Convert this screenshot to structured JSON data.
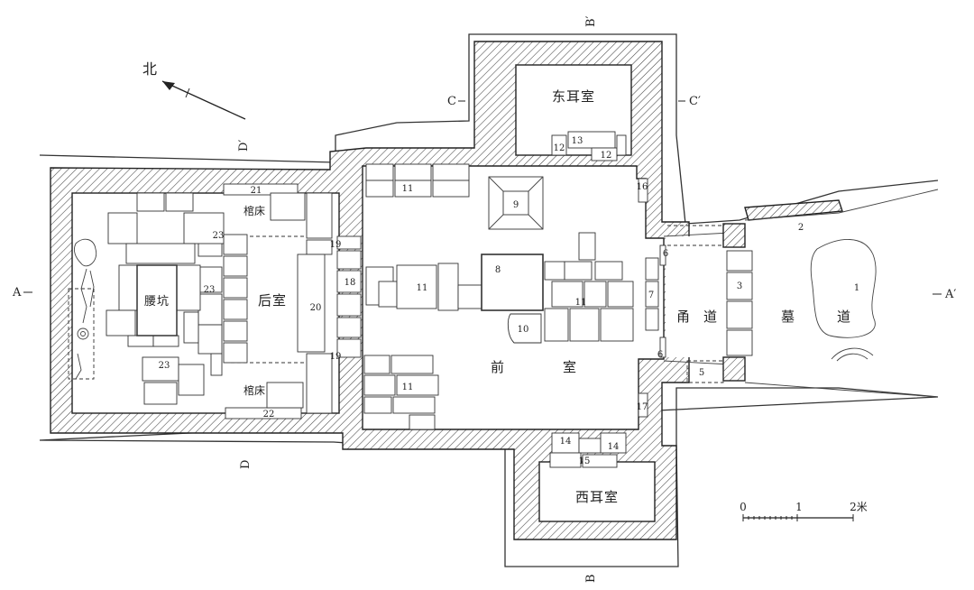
{
  "compass": {
    "label": "北"
  },
  "section_marks": {
    "A": "A",
    "A_prime": "A′",
    "B": "B",
    "B_prime": "B′",
    "C": "C",
    "C_prime": "C′",
    "D": "D",
    "D_prime": "D′"
  },
  "rooms": {
    "east_side_chamber": "东耳室",
    "west_side_chamber": "西耳室",
    "front_chamber": "前",
    "front_chamber_2": "室",
    "rear_chamber": "后室",
    "waist_pit": "腰坑",
    "coffin_bed_top": "棺床",
    "coffin_bed_bottom": "棺床",
    "corridor_1": "甬",
    "corridor_2": "道",
    "passage_1": "墓",
    "passage_2": "道"
  },
  "numbers": {
    "n1": "1",
    "n2": "2",
    "n3": "3",
    "n5": "5",
    "n6a": "6",
    "n6b": "6",
    "n7": "7",
    "n8": "8",
    "n9": "9",
    "n10": "10",
    "n11a": "11",
    "n11b": "11",
    "n11c": "11",
    "n11d": "11",
    "n12a": "12",
    "n12b": "12",
    "n13": "13",
    "n14a": "14",
    "n14b": "14",
    "n15": "15",
    "n16": "16",
    "n17": "17",
    "n18": "18",
    "n19a": "19",
    "n19b": "19",
    "n20": "20",
    "n21": "21",
    "n22": "22",
    "n23a": "23",
    "n23b": "23",
    "n23c": "23"
  },
  "scale_bar": {
    "tick0": "0",
    "tick1": "1",
    "tick2": "2米"
  }
}
